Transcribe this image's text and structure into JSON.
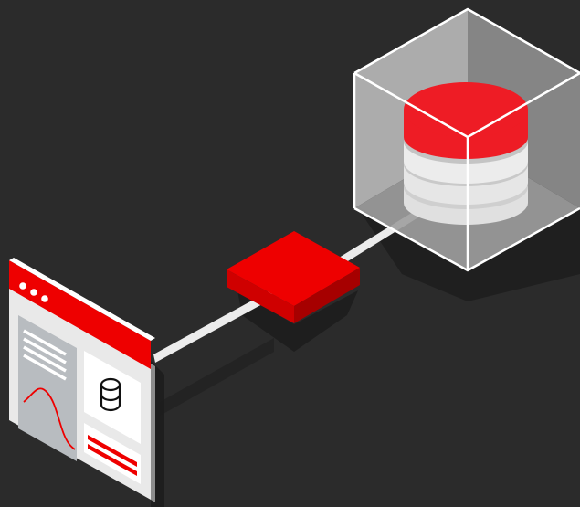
{
  "scene": {
    "components": [
      {
        "id": "app-window",
        "icon": "browser-window-icon",
        "header_dots": 3,
        "panels": [
          "text-lines",
          "line-graph",
          "database-icon",
          "red-bars"
        ]
      },
      {
        "id": "connector-a",
        "icon": "connector-line"
      },
      {
        "id": "gateway",
        "icon": "red-network-box-icon"
      },
      {
        "id": "connector-b",
        "icon": "connector-line"
      },
      {
        "id": "database",
        "icon": "database-cylinder-icon",
        "container": "transparent-cube-icon"
      }
    ]
  },
  "colors": {
    "background": "#2b2b2b",
    "accent_red": "#ee0000",
    "accent_red_dark": "#a60000",
    "accent_red_mid": "#cf0000",
    "white": "#ffffff",
    "light_gray": "#ececec",
    "mid_gray": "#c9c9c9",
    "panel_gray": "#b8bcc0",
    "shadow": "#1c1c1c"
  }
}
